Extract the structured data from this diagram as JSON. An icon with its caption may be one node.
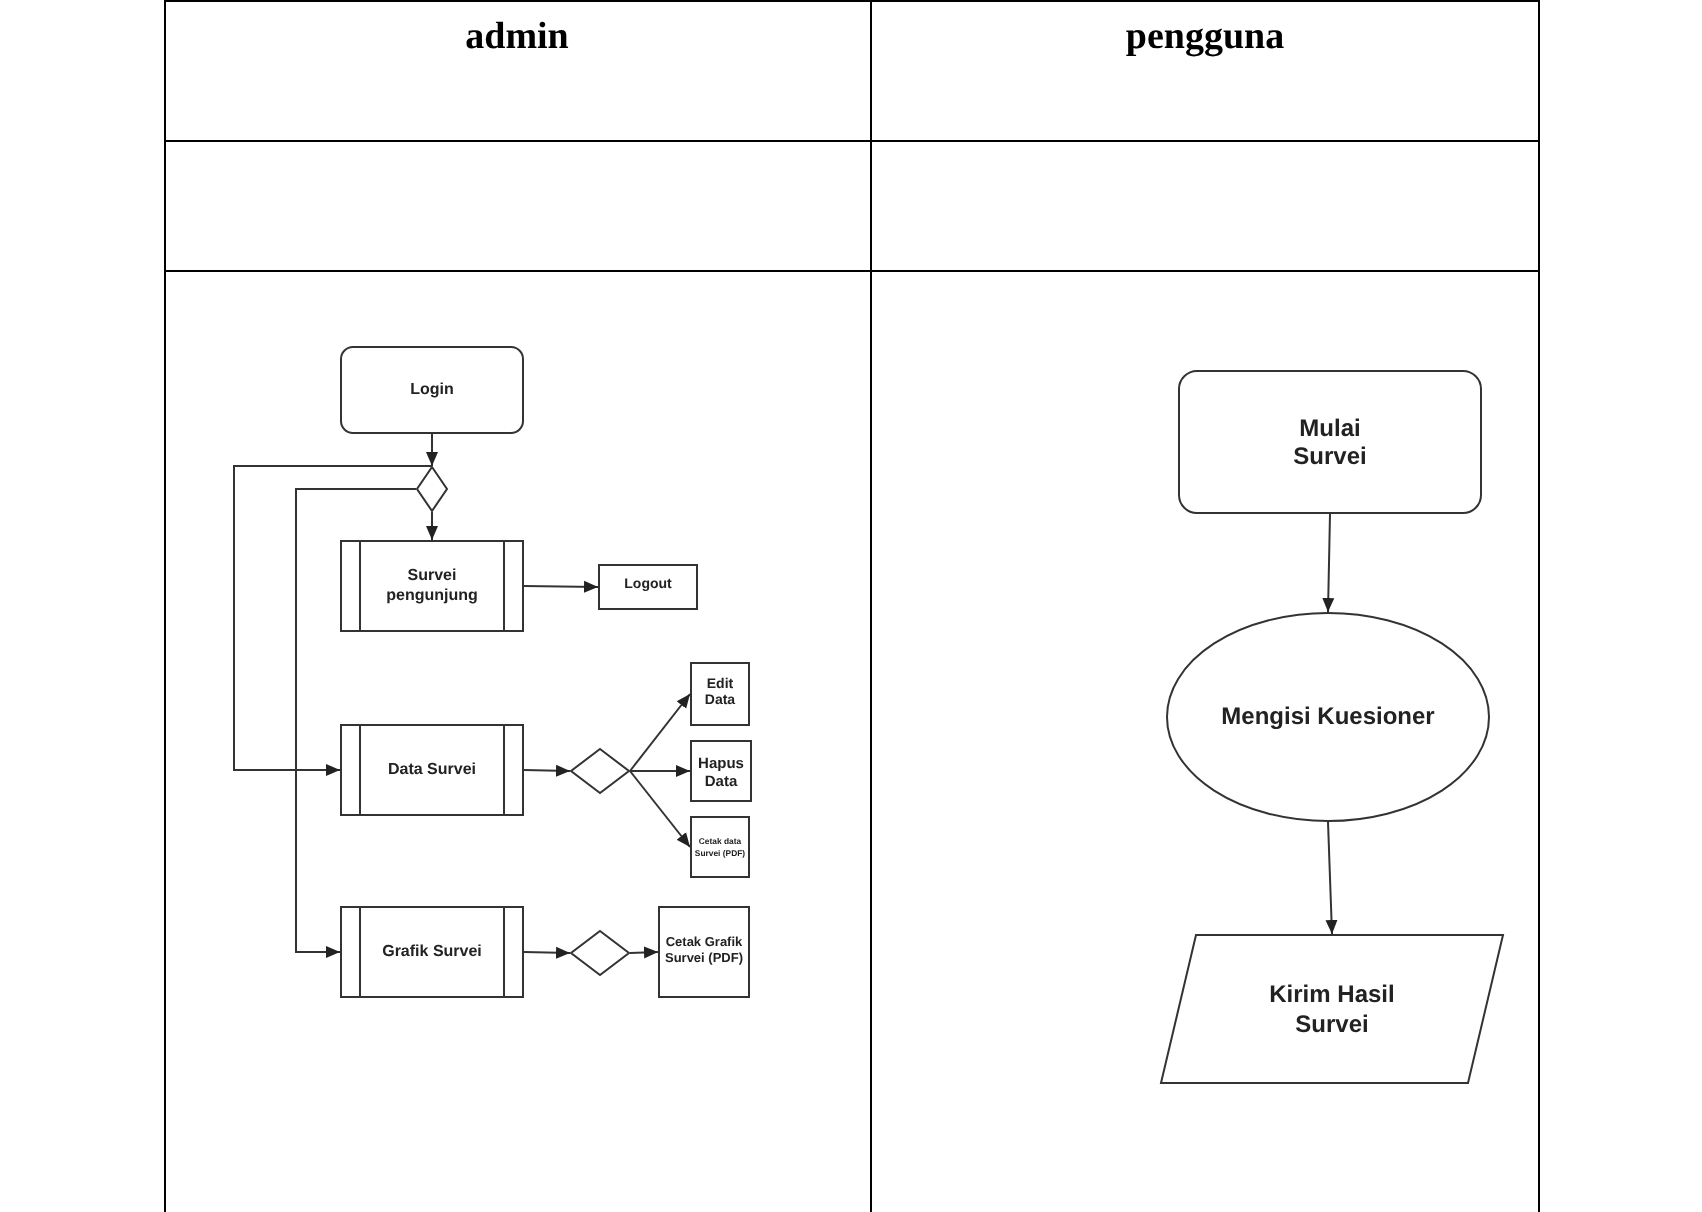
{
  "diagram": {
    "nodes": [
      {
        "text": [
          "Login"
        ]
      },
      {
        "text": [],
        "shape": "diamond"
      },
      {
        "text": [
          "Survei pengunjung"
        ]
      },
      {
        "text": [
          "Logout"
        ]
      },
      {
        "text": [
          "Data Survei"
        ]
      },
      {
        "text": [],
        "shape": "diamond"
      },
      {
        "text": [
          "Edit Data"
        ]
      },
      {
        "text": [
          "Hapus Data"
        ]
      },
      {
        "text": [
          "Cetak data Survei (PDF)"
        ]
      },
      {
        "text": [
          "Grafik Survei"
        ]
      },
      {
        "text": [],
        "shape": "diamond"
      },
      {
        "text": [
          "Cetak Grafik Survei (PDF)"
        ]
      },
      {
        "text": [
          "Mulai Survei"
        ]
      },
      {
        "text": [
          "Mengisi Kuesioner"
        ]
      },
      {
        "text": [
          "Kirim Hasil Survei"
        ]
      }
    ],
    "edges": [
      {
        "from": 0,
        "to": 1,
        "arrow": "to"
      },
      {
        "from": 1,
        "to": 2,
        "arrow": "to"
      },
      {
        "from": 1,
        "to": 4,
        "arrow": "to"
      },
      {
        "from": 1,
        "to": 9,
        "arrow": "to"
      },
      {
        "from": 2,
        "to": 3,
        "arrow": "to"
      },
      {
        "from": 4,
        "to": 5,
        "arrow": "to"
      },
      {
        "from": 5,
        "to": 6,
        "arrow": "to"
      },
      {
        "from": 5,
        "to": 7,
        "arrow": "to"
      },
      {
        "from": 5,
        "to": 8,
        "arrow": "to"
      },
      {
        "from": 9,
        "to": 10,
        "arrow": "to"
      },
      {
        "from": 10,
        "to": 11,
        "arrow": "to"
      },
      {
        "from": 12,
        "to": 13,
        "arrow": "to"
      },
      {
        "from": 13,
        "to": 14,
        "arrow": "to"
      }
    ],
    "labels": [
      "admin",
      "pengguna"
    ]
  }
}
